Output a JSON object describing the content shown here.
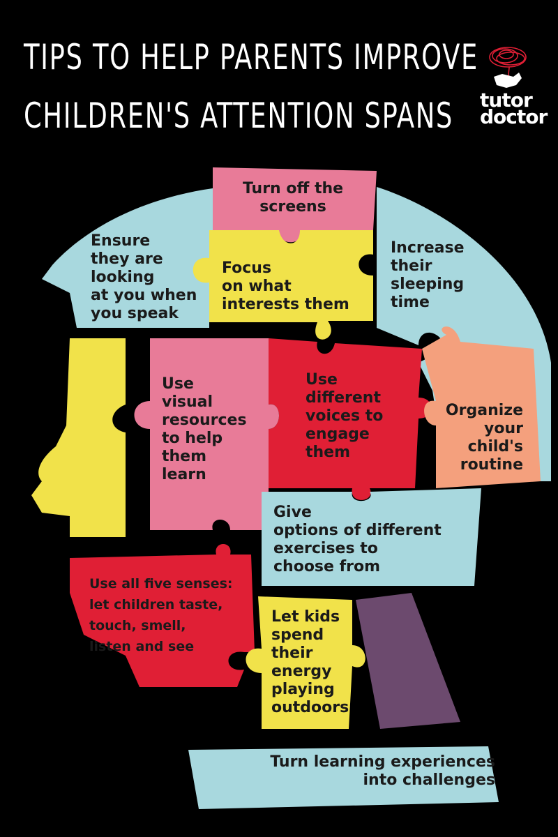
{
  "title": {
    "line1": "TIPS TO HELP PARENTS IMPROVE",
    "line2": "CHILDREN'S ATTENTION SPANS"
  },
  "brand": {
    "name_line1": "tutor",
    "name_line2": "doctor",
    "icon": "scribble-head-hand-logo"
  },
  "colors": {
    "background": "#000000",
    "light_blue": "#a8d8de",
    "pink": "#e87b98",
    "yellow": "#f1e24a",
    "red": "#e01f35",
    "peach": "#f4a07d",
    "purple": "#6c4a6e"
  },
  "tips": {
    "turn_off_screens": "Turn off the screens",
    "ensure_looking": "Ensure they are looking at you when you speak",
    "focus_interests": "Focus on what interests them",
    "increase_sleep": "Increase their sleeping time",
    "visual_resources": "Use visual resources to help them learn",
    "different_voices": "Use different voices to engage them",
    "organize_routine": "Organize your child's routine",
    "give_options": "Give options of different exercises to choose from",
    "five_senses": "Use all five senses: let children taste, touch, smell, listen and see",
    "spend_energy": "Let kids spend their energy playing outdoors",
    "turn_learning": "Turn learning experiences into challenges"
  },
  "tip_lines": {
    "turn_off_screens": [
      "Turn off the",
      "screens"
    ],
    "ensure_looking": [
      "Ensure",
      "they are",
      "looking",
      "at you when",
      "you speak"
    ],
    "focus_interests": [
      "Focus",
      "on what",
      "interests them"
    ],
    "increase_sleep": [
      "Increase",
      "their",
      "sleeping",
      "time"
    ],
    "visual_resources": [
      "Use",
      "visual",
      "resources",
      "to help",
      "them",
      "learn"
    ],
    "different_voices": [
      "Use",
      "different",
      "voices to",
      "engage",
      "them"
    ],
    "organize_routine": [
      "Organize",
      "your",
      "child's",
      "routine"
    ],
    "give_options": [
      "Give",
      "options of different",
      "exercises to",
      "choose from"
    ],
    "five_senses": [
      "Use all five senses:",
      "let children taste,",
      "touch, smell,",
      "listen and see"
    ],
    "spend_energy": [
      "Let kids",
      "spend",
      "their",
      "energy",
      "playing",
      "outdoors"
    ],
    "turn_learning": [
      "Turn learning experiences",
      "into challenges"
    ]
  }
}
